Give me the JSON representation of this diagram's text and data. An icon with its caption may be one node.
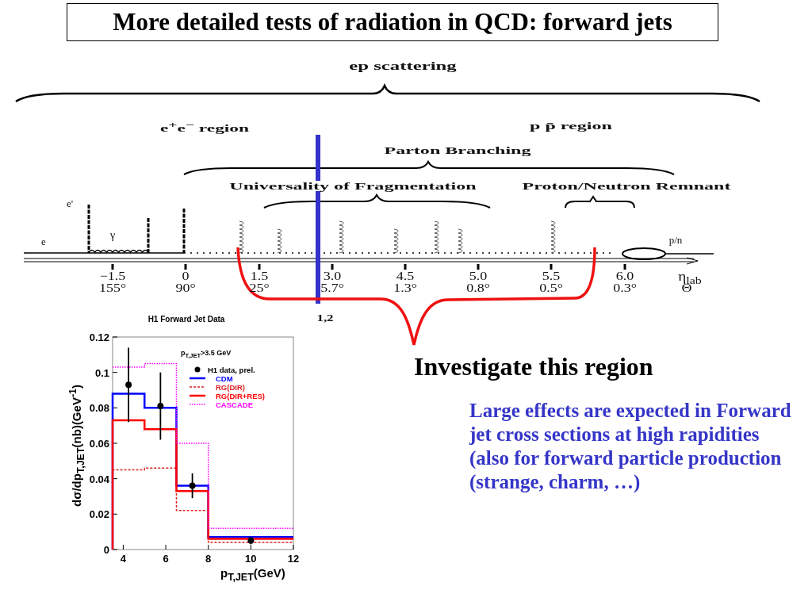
{
  "diagram": {
    "title": "More detailed tests of radiation in QCD: forward jets",
    "labels": [
      "ep scattering",
      "e$^{+}$e$^{−}$ region",
      "p p̄ region",
      "Parton Branching",
      "Universality of Fragmentation",
      "Proton/Neutron Remnant",
      "e'",
      "e",
      "γ",
      "p/n",
      "−1.5",
      "155°",
      "0",
      "90°",
      "1.5",
      "25°",
      "3.0",
      "5.7°",
      "4.5",
      "1.3°",
      "5.0",
      "0.8°",
      "5.5",
      "0.5°",
      "6.0",
      "0.3°",
      "η$_{lab}$",
      "Θ",
      "1,2",
      "Investigate this region",
      "Large effects are expected in Forward jet cross sections at high rapidities (also for forward particle production (strange, charm, …)"
    ],
    "chart_data": {
      "type": "line",
      "title": "H1 Forward Jet Data",
      "xlabel": "p$_{T,JET}$(GeV)",
      "ylabel": "dσ/dp$_{T,JET}$(nb)(GeV$^{-1}$)",
      "x": [
        3.5,
        3.5,
        4.25,
        5,
        5,
        5.75,
        6.5,
        6.5,
        7.25,
        8,
        8,
        10,
        12
      ],
      "series": [
        {
          "name": "H1 data, prel.",
          "color": "#000000",
          "values": [
            null,
            null,
            0.093,
            null,
            null,
            0.081,
            null,
            null,
            0.036,
            null,
            null,
            0.005,
            null
          ],
          "marker": "circle",
          "line_style": "none",
          "errors": [
            null,
            null,
            0.021,
            null,
            null,
            0.019,
            null,
            null,
            0.007,
            null,
            null,
            0.002,
            null
          ]
        },
        {
          "name": "CDM",
          "color": "#0000ff",
          "values": [
            0,
            0.088,
            0.088,
            0.088,
            0.08,
            0.08,
            0.08,
            0.036,
            0.036,
            0.036,
            0.007,
            0.007,
            0.007
          ],
          "line_style": "solid"
        },
        {
          "name": "RG(DIR)",
          "color": "#dd2222",
          "values": [
            0,
            0.045,
            0.045,
            0.045,
            0.046,
            0.046,
            0.046,
            0.022,
            0.022,
            0.022,
            0.004,
            0.004,
            0.004
          ],
          "line_style": "dashed"
        },
        {
          "name": "RG(DIR+RES)",
          "color": "#ff0000",
          "values": [
            0,
            0.073,
            0.073,
            0.073,
            0.068,
            0.068,
            0.068,
            0.033,
            0.033,
            0.033,
            0.006,
            0.006,
            0.006
          ],
          "line_style": "solid"
        },
        {
          "name": "CASCADE",
          "color": "#ff00ff",
          "values": [
            null,
            0.103,
            0.103,
            0.103,
            0.105,
            0.105,
            0.105,
            0.06,
            0.06,
            0.06,
            0.012,
            0.012,
            0.012
          ],
          "line_style": "dotted"
        }
      ],
      "xlim": [
        3.5,
        12
      ],
      "ylim": [
        0,
        0.12
      ],
      "xticks": [
        4,
        6,
        8,
        10,
        12
      ],
      "yticks": [
        0,
        0.02,
        0.04,
        0.06,
        0.08,
        0.1,
        0.12
      ],
      "annotations": [
        "p$_{T,JET}$>3.5 GeV"
      ]
    }
  }
}
